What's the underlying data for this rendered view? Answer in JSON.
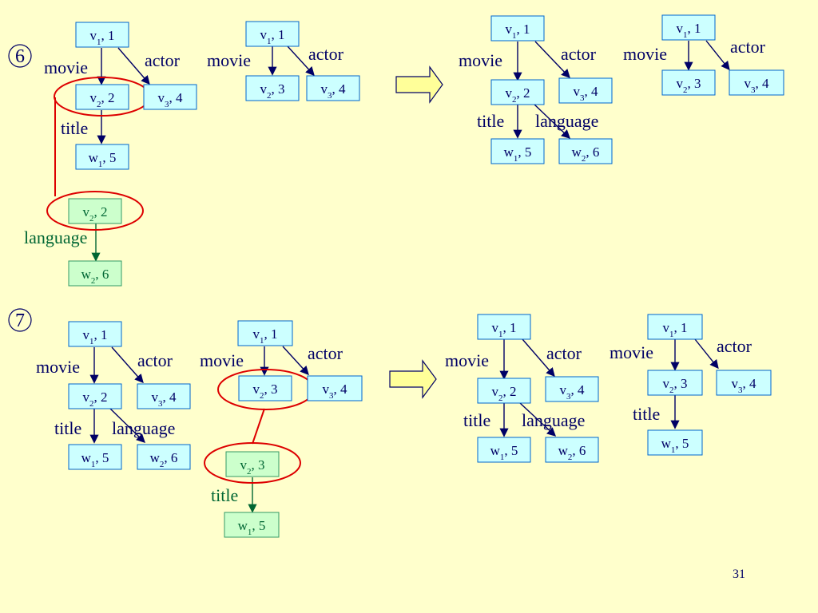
{
  "slide_number": "31",
  "steps": [
    {
      "number": "6"
    },
    {
      "number": "7"
    }
  ],
  "nodes": {
    "a": {
      "base": "v",
      "sub": "1",
      "num": "1"
    },
    "b": {
      "base": "v",
      "sub": "2",
      "num": "2"
    },
    "c": {
      "base": "v",
      "sub": "3",
      "num": "4"
    },
    "d": {
      "base": "w",
      "sub": "1",
      "num": "5"
    },
    "e": {
      "base": "v",
      "sub": "2",
      "num": "2"
    },
    "f": {
      "base": "w",
      "sub": "2",
      "num": "6"
    },
    "g": {
      "base": "v",
      "sub": "1",
      "num": "1"
    },
    "h": {
      "base": "v",
      "sub": "2",
      "num": "3"
    },
    "i": {
      "base": "v",
      "sub": "3",
      "num": "4"
    },
    "j": {
      "base": "v",
      "sub": "1",
      "num": "1"
    },
    "k": {
      "base": "v",
      "sub": "2",
      "num": "2"
    },
    "l": {
      "base": "v",
      "sub": "3",
      "num": "4"
    },
    "m": {
      "base": "w",
      "sub": "1",
      "num": "5"
    },
    "n": {
      "base": "w",
      "sub": "2",
      "num": "6"
    },
    "o": {
      "base": "v",
      "sub": "1",
      "num": "1"
    },
    "p": {
      "base": "v",
      "sub": "2",
      "num": "3"
    },
    "q": {
      "base": "v",
      "sub": "3",
      "num": "4"
    },
    "r": {
      "base": "v",
      "sub": "1",
      "num": "1"
    },
    "s": {
      "base": "v",
      "sub": "2",
      "num": "2"
    },
    "t": {
      "base": "v",
      "sub": "3",
      "num": "4"
    },
    "u": {
      "base": "w",
      "sub": "1",
      "num": "5"
    },
    "v": {
      "base": "w",
      "sub": "2",
      "num": "6"
    },
    "w": {
      "base": "v",
      "sub": "1",
      "num": "1"
    },
    "x": {
      "base": "v",
      "sub": "2",
      "num": "3"
    },
    "y": {
      "base": "v",
      "sub": "3",
      "num": "4"
    },
    "z": {
      "base": "v",
      "sub": "2",
      "num": "3"
    },
    "aa": {
      "base": "w",
      "sub": "1",
      "num": "5"
    },
    "ab": {
      "base": "v",
      "sub": "1",
      "num": "1"
    },
    "ac": {
      "base": "v",
      "sub": "2",
      "num": "2"
    },
    "ad": {
      "base": "v",
      "sub": "3",
      "num": "4"
    },
    "ae": {
      "base": "w",
      "sub": "1",
      "num": "5"
    },
    "af": {
      "base": "w",
      "sub": "2",
      "num": "6"
    },
    "ag": {
      "base": "v",
      "sub": "1",
      "num": "1"
    },
    "ah": {
      "base": "v",
      "sub": "2",
      "num": "3"
    },
    "ai": {
      "base": "v",
      "sub": "3",
      "num": "4"
    },
    "aj": {
      "base": "w",
      "sub": "1",
      "num": "5"
    }
  },
  "labels": {
    "movie": "movie",
    "actor": "actor",
    "title": "title",
    "language": "language"
  },
  "colors": {
    "node_blue_fill": "#ccffff",
    "node_green_fill": "#ccffcc",
    "highlight": "#dd0000",
    "arrow_fill": "#ffff99"
  }
}
